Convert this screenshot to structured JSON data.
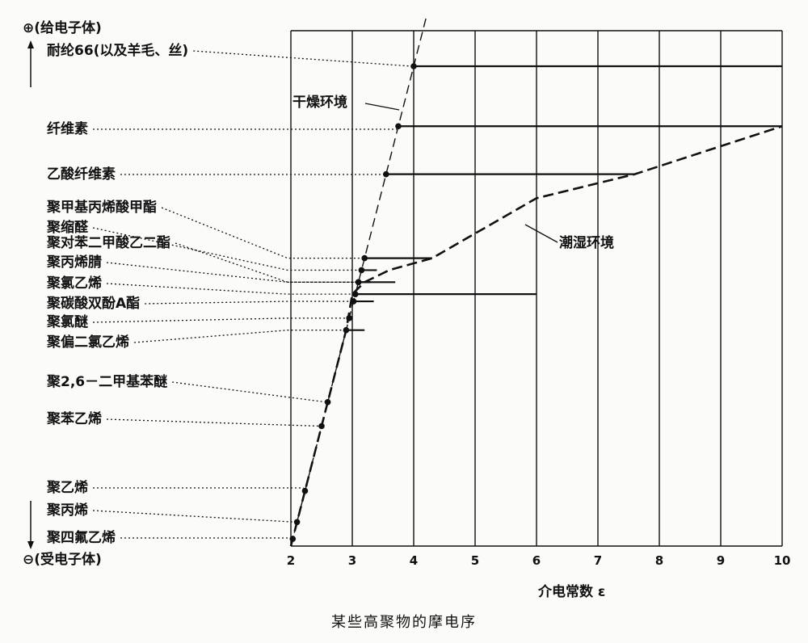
{
  "chart_data": {
    "type": "scatter",
    "title": "某些高聚物的摩电序",
    "xlabel": "介电常数 ε",
    "xlim": [
      2,
      10
    ],
    "x_ticks": [
      "2",
      "3",
      "4",
      "5",
      "6",
      "7",
      "8",
      "9",
      "10"
    ],
    "grid": true,
    "top_pole": "⊕(给电子体)",
    "bottom_pole": "⊖(受电子体)",
    "curve_labels": {
      "dry": "干燥环境",
      "humid": "潮湿环境"
    },
    "materials": [
      {
        "name": "耐纶66(以及羊毛、丝)",
        "epsilon": 4.0,
        "humid_reach": 10
      },
      {
        "name": "纤维素",
        "epsilon": 3.75,
        "humid_reach": 10
      },
      {
        "name": "乙酸纤维素",
        "epsilon": 3.55,
        "humid_reach": 7.6
      },
      {
        "name": "聚甲基丙烯酸甲酯",
        "epsilon": 3.2,
        "humid_reach": 4.3
      },
      {
        "name": "聚缩醛",
        "epsilon": 3.15,
        "humid_reach": 3.4
      },
      {
        "name": "聚对苯二甲酸乙二酯",
        "epsilon": 3.1,
        "humid_reach": 3.7
      },
      {
        "name": "聚丙烯腈",
        "epsilon": 3.1,
        "humid_reach": 3.3
      },
      {
        "name": "聚氯乙烯",
        "epsilon": 3.05,
        "humid_reach": 6.0
      },
      {
        "name": "聚碳酸双酚A酯",
        "epsilon": 3.02,
        "humid_reach": 3.35
      },
      {
        "name": "聚氯醚",
        "epsilon": 2.95,
        "humid_reach": 2.95
      },
      {
        "name": "聚偏二氯乙烯",
        "epsilon": 2.9,
        "humid_reach": 3.2
      },
      {
        "name": "聚2,6－二甲基苯醚",
        "epsilon": 2.6,
        "humid_reach": 2.6
      },
      {
        "name": "聚苯乙烯",
        "epsilon": 2.5,
        "humid_reach": 2.5
      },
      {
        "name": "聚乙烯",
        "epsilon": 2.23,
        "humid_reach": 2.23
      },
      {
        "name": "聚丙烯",
        "epsilon": 2.1,
        "humid_reach": 2.1
      },
      {
        "name": "聚四氟乙烯",
        "epsilon": 2.03,
        "humid_reach": 2.03
      }
    ],
    "humid_curve": [
      [
        2.0,
        2.0
      ],
      [
        2.9,
        2.9
      ],
      [
        3.0,
        3.05
      ],
      [
        3.2,
        3.1
      ],
      [
        3.6,
        3.15
      ],
      [
        4.3,
        3.2
      ],
      [
        6.0,
        3.45
      ],
      [
        7.6,
        3.55
      ],
      [
        10.0,
        3.75
      ]
    ]
  }
}
